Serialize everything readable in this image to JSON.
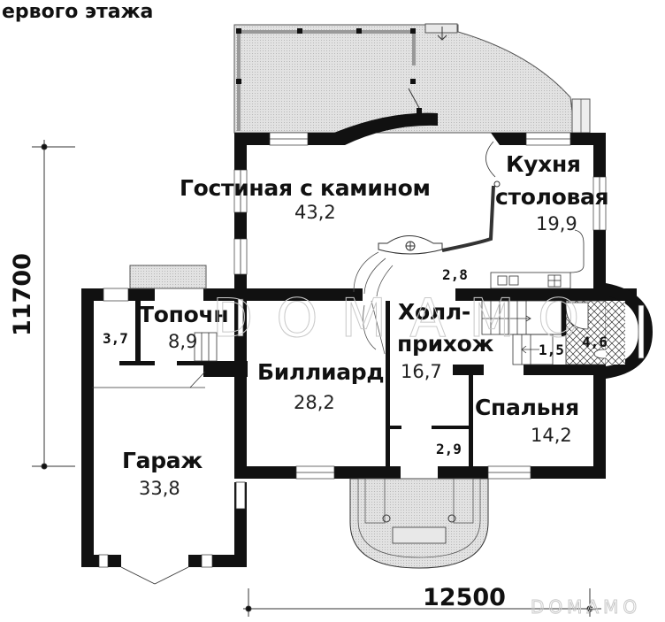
{
  "header": {
    "title": "ервого этажа"
  },
  "dimensions": {
    "height_mm": "11700",
    "width_mm": "12500"
  },
  "rooms": [
    {
      "id": "living",
      "name": "Гостиная с камином",
      "area": "43,2"
    },
    {
      "id": "kitchen",
      "name_line1": "Кухня",
      "name_line2": "столовая",
      "area": "19,9"
    },
    {
      "id": "boiler",
      "name": "Топочн",
      "area": "8,9"
    },
    {
      "id": "hall",
      "name_line1": "Холл-",
      "name_line2": "прихож",
      "area": "16,7"
    },
    {
      "id": "billiard",
      "name": "Биллиард",
      "area": "28,2"
    },
    {
      "id": "bedroom",
      "name": "Спальня",
      "area": "14,2"
    },
    {
      "id": "garage",
      "name": "Гараж",
      "area": "33,8"
    }
  ],
  "small_areas": {
    "storage_left": "3,7",
    "pantry": "2,8",
    "hall_closet": "1,5",
    "bathroom": "4,6",
    "vestibule": "2,9"
  },
  "watermarks": {
    "center": "DOMAMO",
    "corner": "DOMAMO"
  },
  "colors": {
    "wall": "#111111",
    "terrace_fill": "#d9d9d9",
    "line": "#333333",
    "watermark": "#c9c9c9"
  }
}
